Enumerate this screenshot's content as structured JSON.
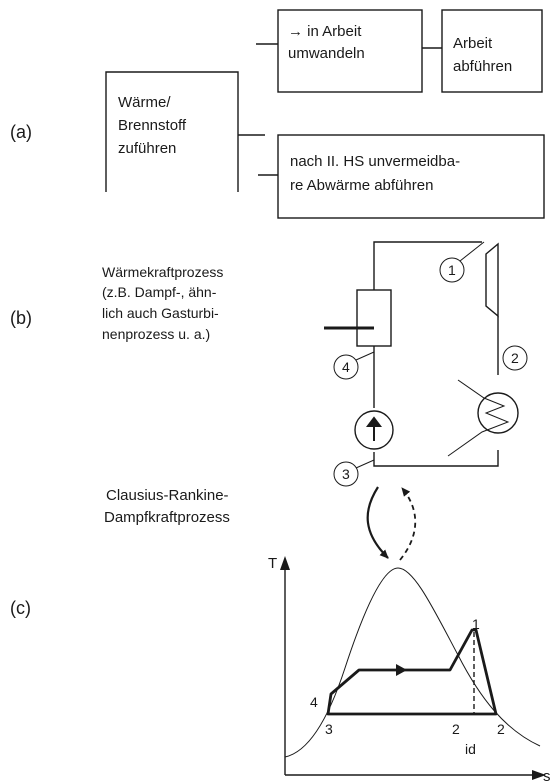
{
  "panel_labels": {
    "a": "(a)",
    "b": "(b)",
    "c": "(c)"
  },
  "part_a": {
    "convert_line1": "→ in Arbeit",
    "convert_line2": "umwandeln",
    "work_line1": "Arbeit",
    "work_line2": "abführen",
    "heat_line1": "Wärme/",
    "heat_line2": "Brennstoff",
    "heat_line3": "zuführen",
    "waste_line1": "nach II. HS unvermeidba-",
    "waste_line2": "re Abwärme abführen"
  },
  "part_b": {
    "desc_line1": "Wärmekraftprozess",
    "desc_line2": "(z.B. Dampf-, ähn-",
    "desc_line3": "lich auch Gasturbi-",
    "desc_line4": "nenprozess u. a.)",
    "state_1": "1",
    "state_2": "2",
    "state_3": "3",
    "state_4": "4"
  },
  "part_c": {
    "process_line1": "Clausius-Rankine-",
    "process_line2": "Dampfkraftprozess",
    "y_axis": "T",
    "x_axis": "s",
    "point_1": "1",
    "point_2": "2",
    "point_2id": "2",
    "point_2id_sub": "id",
    "point_3": "3",
    "point_4": "4"
  }
}
